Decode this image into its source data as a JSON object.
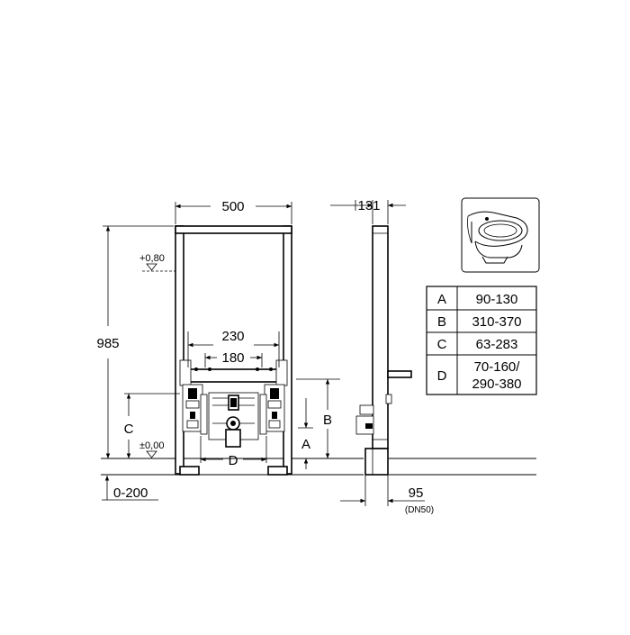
{
  "front_view": {
    "width_label": "500",
    "height_label": "985",
    "spacing_outer_label": "230",
    "spacing_inner_label": "180",
    "level_top_label": "+0,80",
    "level_floor_label": "±0,00",
    "c_label": "C",
    "d_label": "D",
    "adjust_label": "0-200"
  },
  "side_view": {
    "depth_label": "131",
    "b_label": "B",
    "a_label": "A",
    "drain_label": "95",
    "drain_sub_label": "(DN50)"
  },
  "product_icon": "wall-hung-bidet-icon",
  "dimension_table": {
    "rows": [
      {
        "key": "A",
        "value": "90-130"
      },
      {
        "key": "B",
        "value": "310-370"
      },
      {
        "key": "C",
        "value": "63-283"
      },
      {
        "key": "D",
        "value": "70-160/\n290-380"
      }
    ]
  }
}
